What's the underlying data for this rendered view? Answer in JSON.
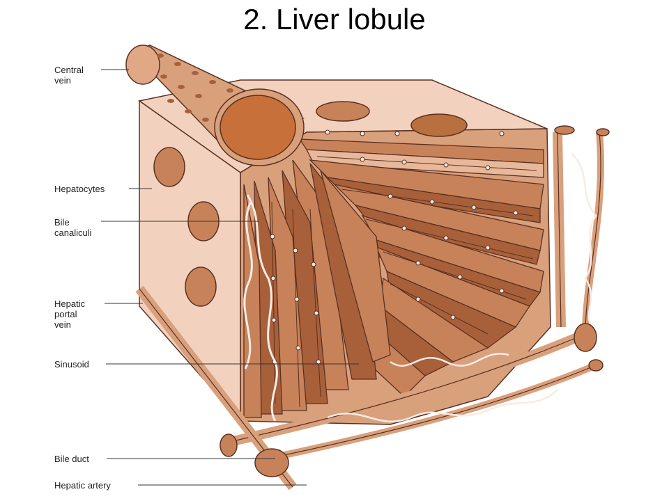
{
  "title": "2. Liver lobule",
  "labels": {
    "central_vein": "Central\nvein",
    "hepatocytes": "Hepatocytes",
    "bile_canaliculi": "Bile\ncanaliculi",
    "hepatic_portal_vein": "Hepatic\nportal\nvein",
    "sinusoid": "Sinusoid",
    "bile_duct": "Bile duct",
    "hepatic_artery": "Hepatic artery"
  },
  "colors": {
    "block_face": "#f2d2bf",
    "plate": "#c8825a",
    "plate_dark": "#a8603a",
    "vessel": "#d9a07c",
    "outline": "#5a3020",
    "canal": "#f6ece6"
  }
}
